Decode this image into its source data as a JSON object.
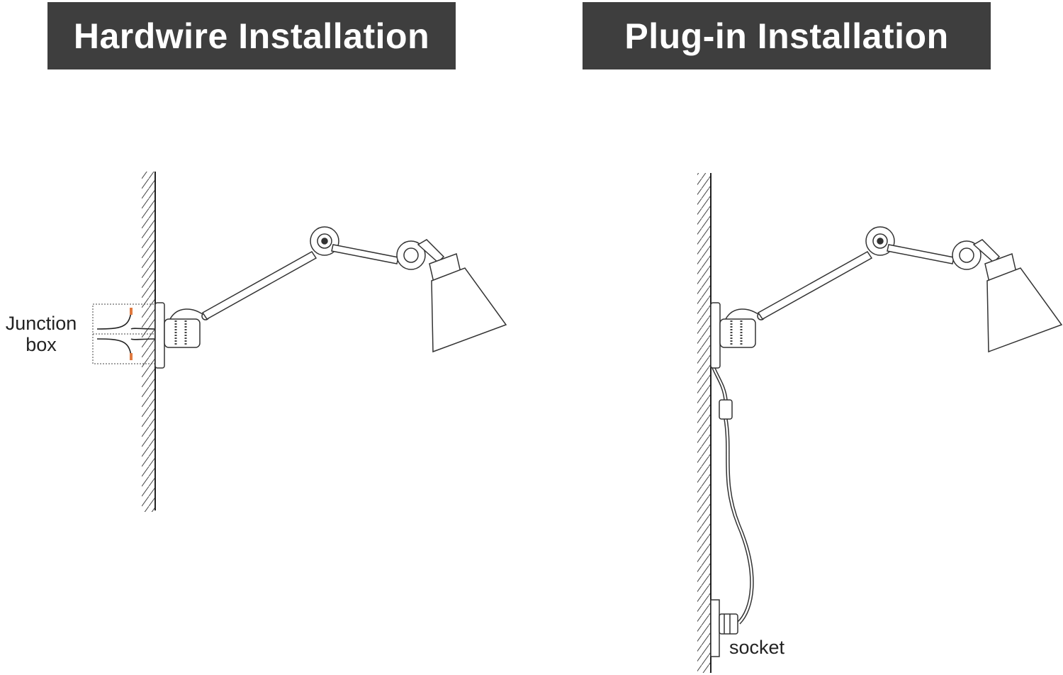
{
  "panels": {
    "left": {
      "title": "Hardwire Installation",
      "junction_label_line1": "Junction",
      "junction_label_line2": "box"
    },
    "right": {
      "title": "Plug-in Installation",
      "socket_label": "socket"
    }
  },
  "colors": {
    "title_bg": "#3e3e3e",
    "title_text": "#ffffff",
    "line": "#333333",
    "wire_accent": "#e07a40"
  }
}
